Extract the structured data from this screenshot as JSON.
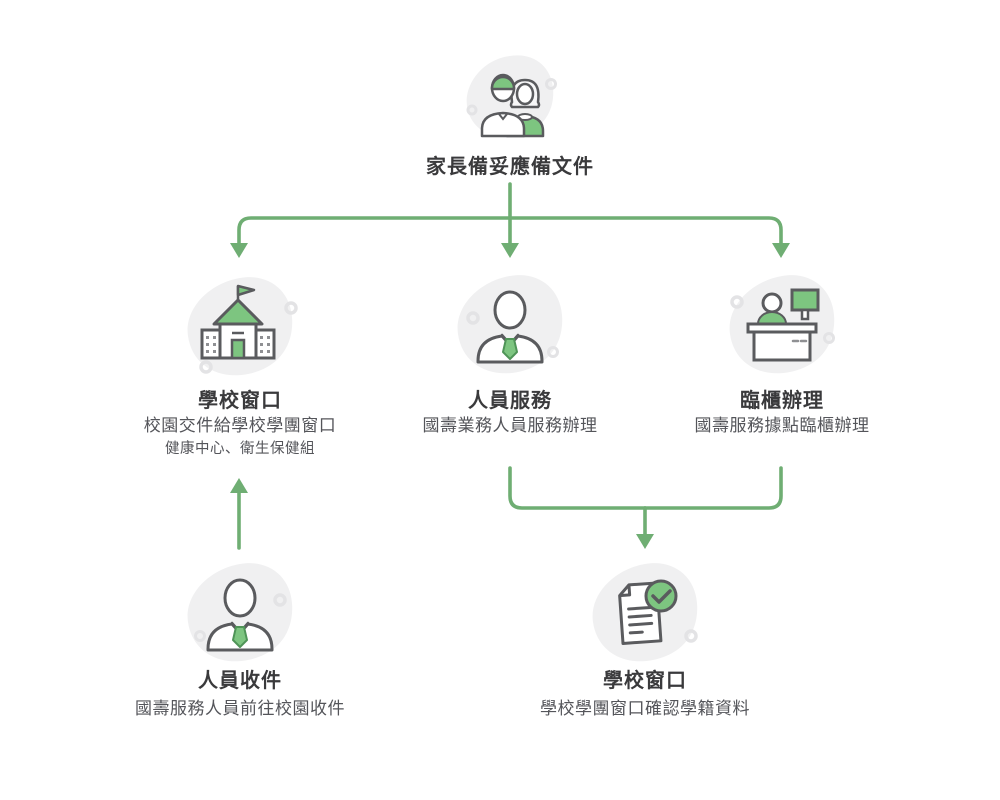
{
  "diagram": {
    "type": "flowchart",
    "language": "zh-TW",
    "colors": {
      "arrow_green": "#6fae73",
      "icon_green": "#7dc580",
      "icon_stroke": "#5a5b5e",
      "blob_background": "#f0f0f1",
      "ring_decoration": "#e3e3e5",
      "title_text": "#3a3a3c",
      "subtitle_text": "#54555a",
      "page_background": "#ffffff"
    },
    "start": {
      "title": "家長備妥應備文件",
      "icon": "parents-icon"
    },
    "branches": [
      {
        "id": "school-window",
        "title": "學校窗口",
        "subtitle": "校園交件給學校學團窗口",
        "note": "健康中心、衛生保健組",
        "icon": "school-building-icon"
      },
      {
        "id": "personnel-service",
        "title": "人員服務",
        "subtitle": "國壽業務人員服務辦理",
        "icon": "service-person-icon"
      },
      {
        "id": "counter-service",
        "title": "臨櫃辦理",
        "subtitle": "國壽服務據點臨櫃辦理",
        "icon": "counter-desk-icon"
      }
    ],
    "bottom": [
      {
        "id": "personnel-pickup",
        "title": "人員收件",
        "subtitle": "國壽服務人員前往校園收件",
        "icon": "pickup-person-icon"
      },
      {
        "id": "school-confirm",
        "title": "學校窗口",
        "subtitle": "學校學團窗口確認學籍資料",
        "icon": "document-check-icon"
      }
    ],
    "connections": [
      {
        "from": "start",
        "to": "school-window"
      },
      {
        "from": "start",
        "to": "personnel-service"
      },
      {
        "from": "start",
        "to": "counter-service"
      },
      {
        "from": "personnel-pickup",
        "to": "school-window"
      },
      {
        "from": "personnel-service",
        "to": "school-confirm"
      },
      {
        "from": "counter-service",
        "to": "school-confirm"
      }
    ]
  }
}
